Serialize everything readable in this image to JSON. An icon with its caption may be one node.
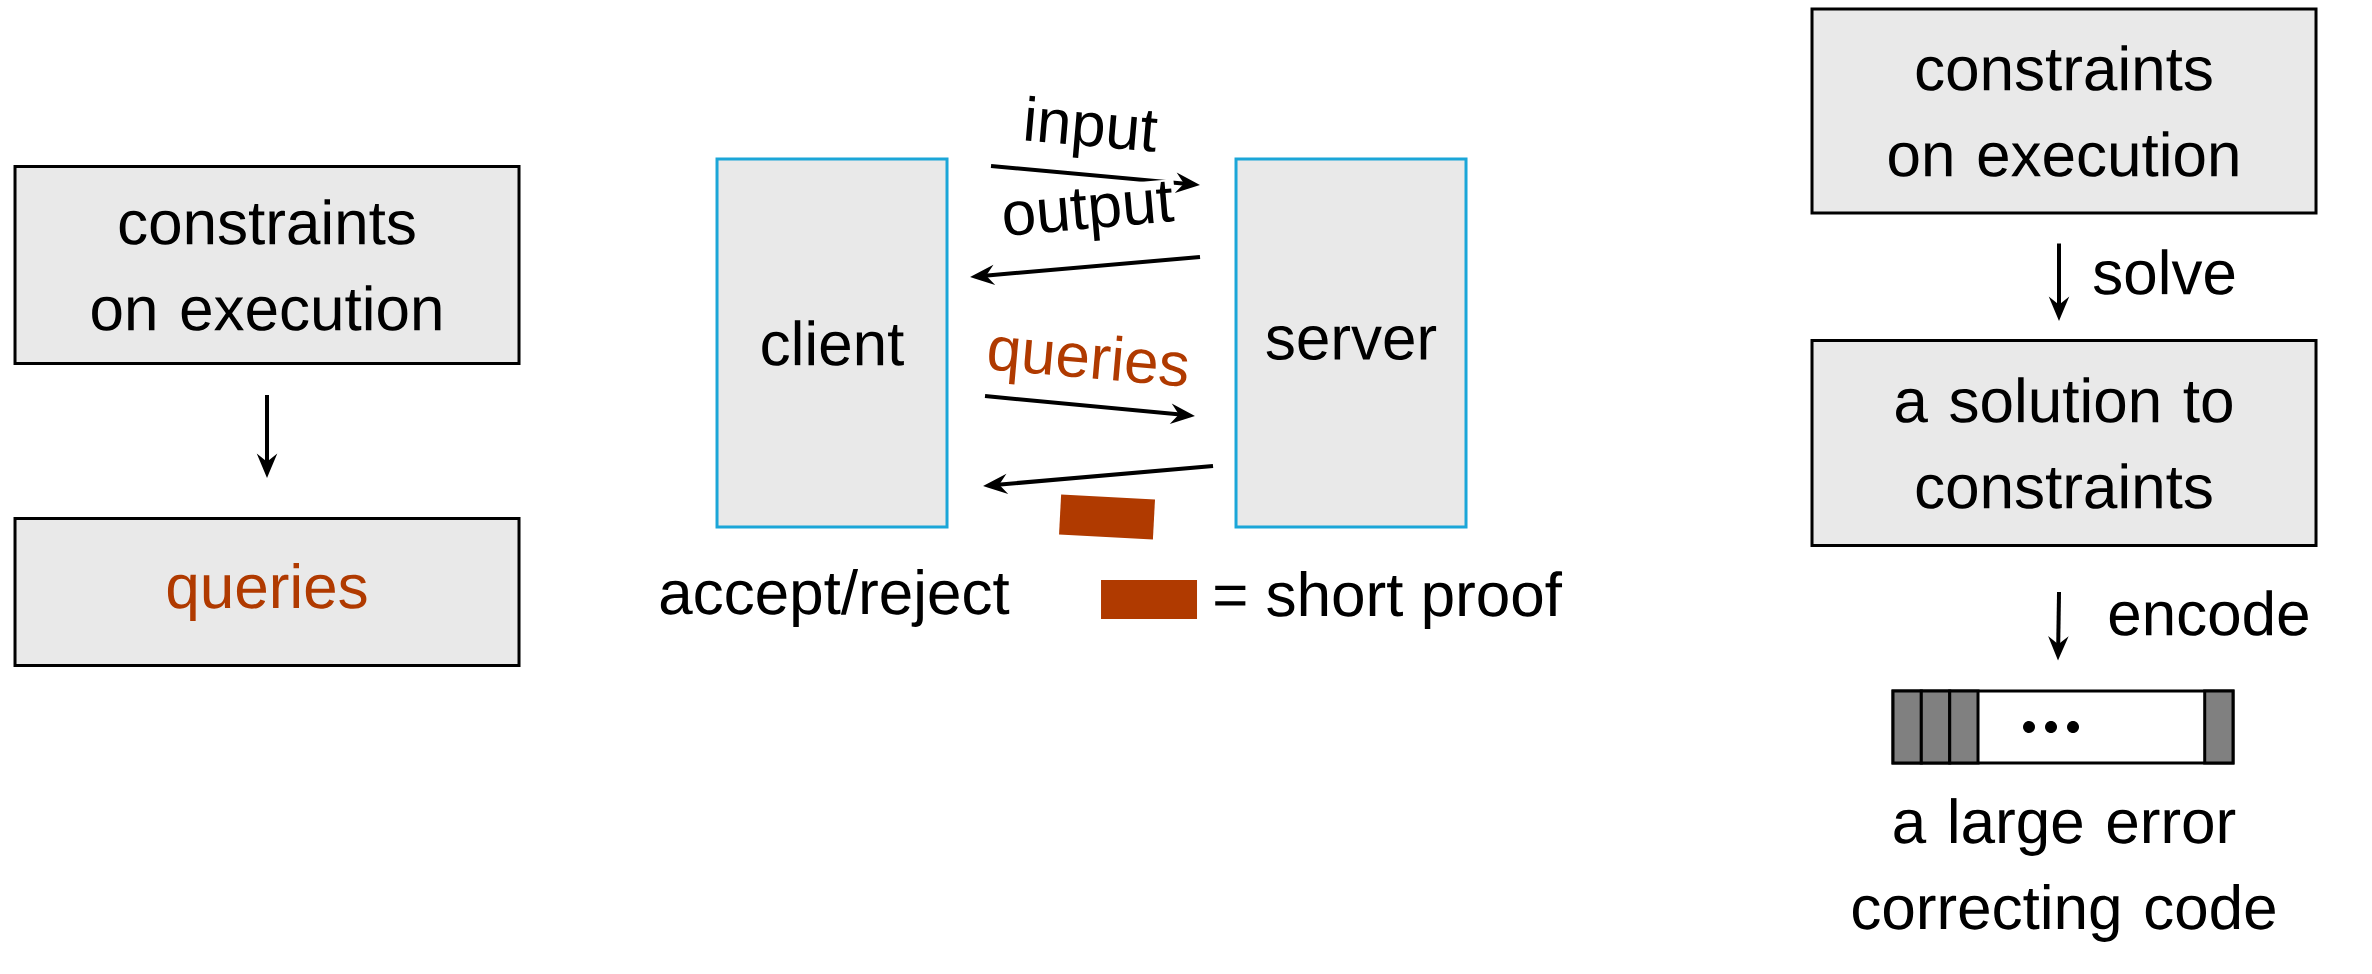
{
  "diagram": {
    "nodes": [
      {
        "text": [
          "constraints on execution"
        ]
      },
      {
        "text": [
          "queries"
        ]
      },
      {
        "text": [
          "client"
        ],
        "beside": [
          "accept/reject"
        ]
      },
      {
        "text": [
          "server"
        ]
      },
      {
        "text": [
          "constraints on execution"
        ]
      },
      {
        "text": [
          "a solution to constraints"
        ]
      },
      {
        "text": [],
        "shape": "bar",
        "beside": [
          "a large error correcting code"
        ]
      },
      {
        "text": [],
        "shape": "box"
      }
    ],
    "edges": [
      {
        "from": 0,
        "to": 1,
        "arrow": "to"
      },
      {
        "from": 2,
        "to": 3,
        "arrow": "to",
        "label": "input"
      },
      {
        "from": 3,
        "to": 2,
        "arrow": "to",
        "label": "output"
      },
      {
        "from": 2,
        "to": 3,
        "arrow": "to",
        "label": "queries"
      },
      {
        "from": 3,
        "to": 2,
        "arrow": "to"
      },
      {
        "from": 4,
        "to": 5,
        "arrow": "to",
        "label": "solve"
      },
      {
        "from": 5,
        "to": 6,
        "arrow": "to",
        "label": "encode"
      }
    ],
    "legend": [
      {
        "text": "= short proof",
        "color": "#b03a00"
      }
    ]
  }
}
